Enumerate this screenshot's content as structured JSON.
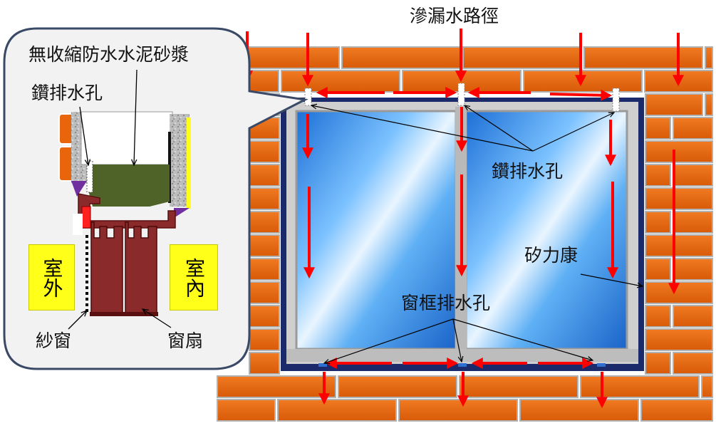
{
  "labels": {
    "leak_path": "滲漏水路徑",
    "mortar": "無收縮防水水泥砂漿",
    "drill_hole_detail": "鑽排水孔",
    "drill_hole_main": "鑽排水孔",
    "silicone": "矽力康",
    "frame_drain": "窗框排水孔",
    "screen": "紗窗",
    "sash": "窗扇",
    "outdoor": "室外",
    "indoor": "室內"
  },
  "colors": {
    "brick": "#e8650c",
    "mortar_joint": "#b1b1b1",
    "arrow": "#ff0000",
    "frame": "#1a2a6a",
    "glass": "#3a8ee6",
    "callout_bg": "#f2f2f2",
    "callout_border": "#3a4a66",
    "waterproof_mortar": "#4f6228",
    "aluminum": "#8b2a2a",
    "label_box": "#ffff1a"
  }
}
